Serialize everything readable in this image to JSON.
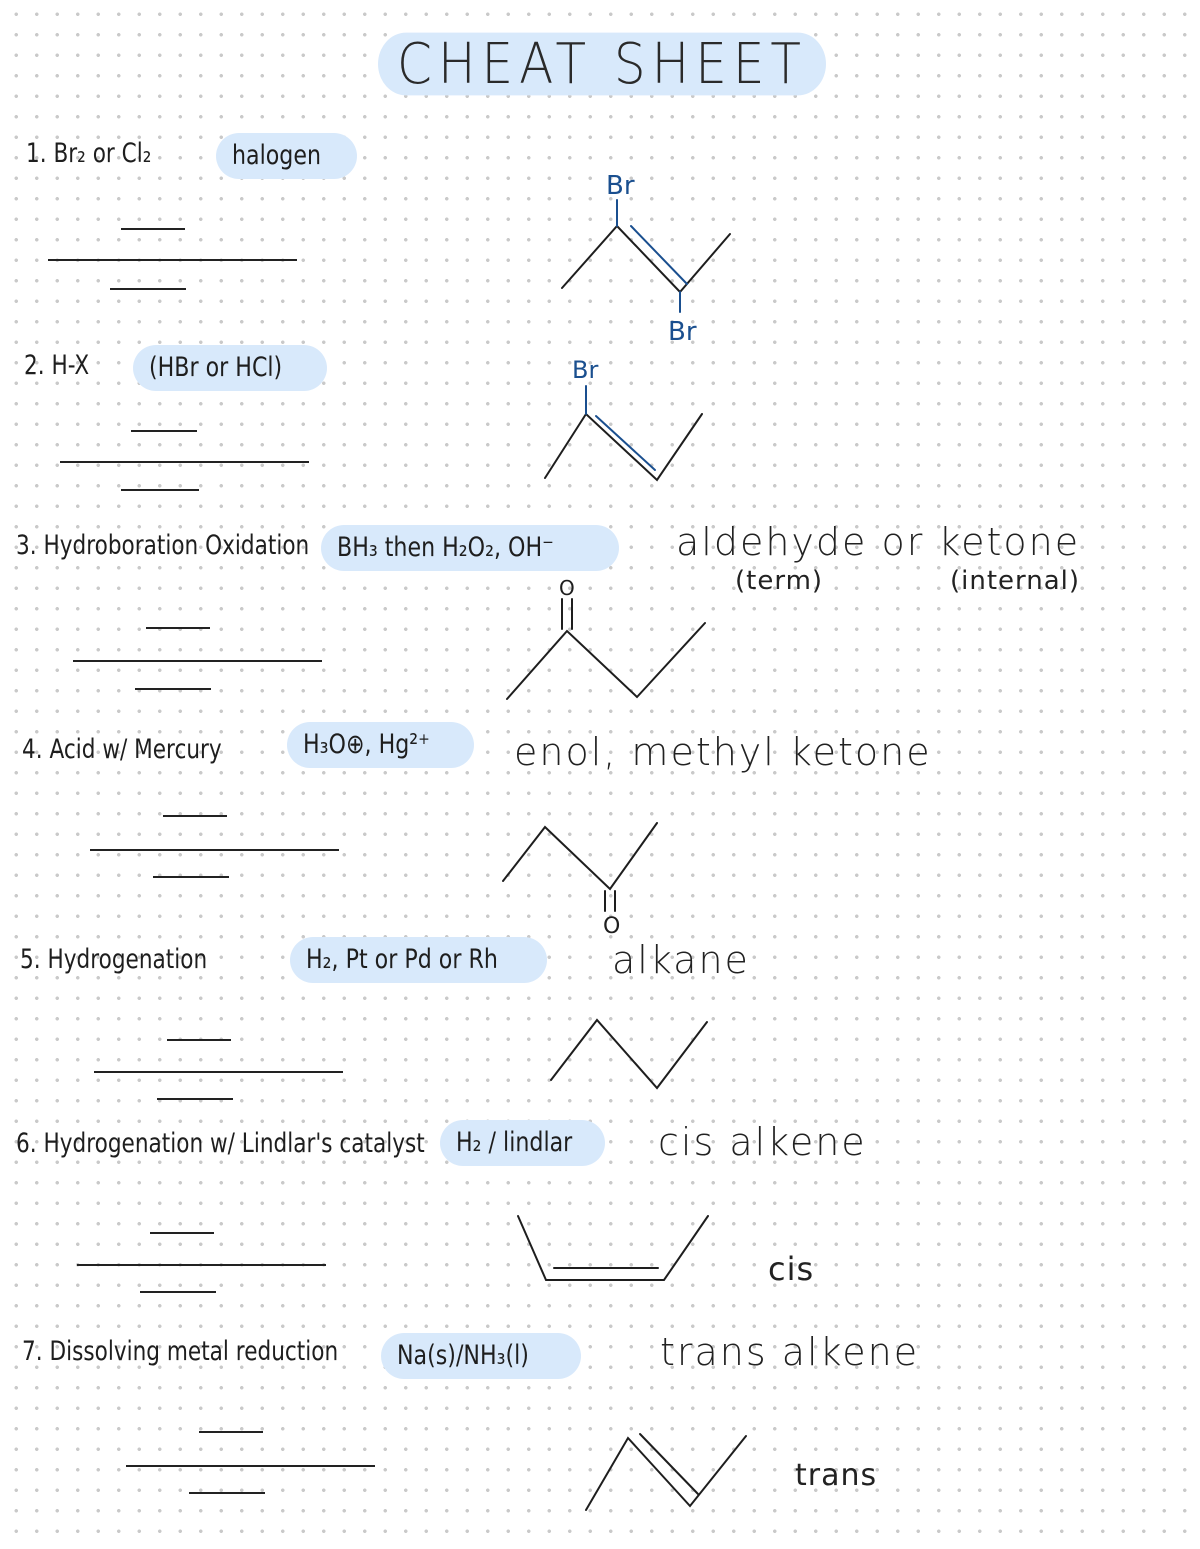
{
  "title": "CHEAT SHEET",
  "reactions": [
    {
      "label": "1. Br₂ or Cl₂",
      "reagent": "halogen",
      "product": "",
      "notes": []
    },
    {
      "label": "2. H-X",
      "reagent": "(HBr or HCl)",
      "product": "",
      "notes": []
    },
    {
      "label": "3. Hydroboration Oxidation",
      "reagent": "BH₃ then H₂O₂, OH⁻",
      "product": "aldehyde or ketone",
      "notes": [
        "(term)",
        "(internal)"
      ]
    },
    {
      "label": "4. Acid w/ Mercury",
      "reagent": "H₃O⊕, Hg²⁺",
      "product": "enol, methyl ketone",
      "notes": []
    },
    {
      "label": "5. Hydrogenation",
      "reagent": "H₂, Pt or Pd or Rh",
      "product": "alkane",
      "notes": []
    },
    {
      "label": "6. Hydrogenation w/ Lindlar's catalyst",
      "reagent": "H₂ / lindlar",
      "product": "cis alkene",
      "notes": [
        "cis"
      ]
    },
    {
      "label": "7. Dissolving metal reduction",
      "reagent": "Na(s)/NH₃(l)",
      "product": "trans alkene",
      "notes": [
        "trans"
      ]
    }
  ],
  "structures": {
    "atom_br": "Br",
    "atom_o": "O"
  },
  "colors": {
    "highlight": "#d8e9fb",
    "ink": "#1e1e1e",
    "blue_ink": "#1a4f8f"
  }
}
